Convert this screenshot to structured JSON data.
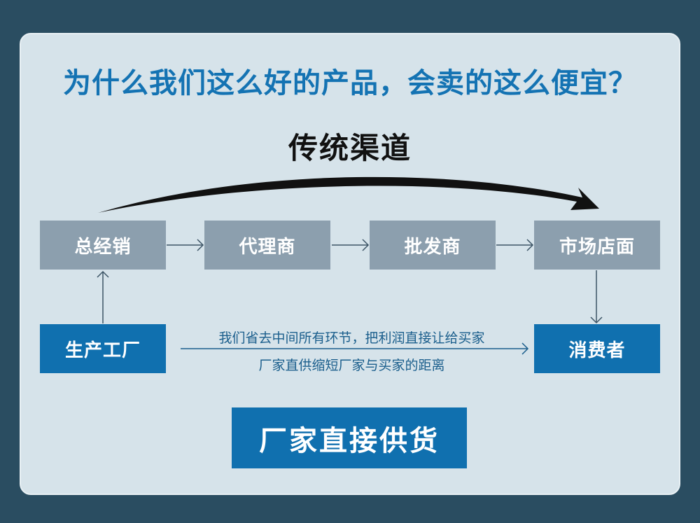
{
  "headline": "为什么我们这么好的产品，会卖的这么便宜？",
  "subtitle": "传统渠道",
  "channel_nodes": [
    {
      "label": "总经销"
    },
    {
      "label": "代理商"
    },
    {
      "label": "批发商"
    },
    {
      "label": "市场店面"
    }
  ],
  "factory": {
    "label": "生产工厂"
  },
  "consumer": {
    "label": "消费者"
  },
  "direct_note": {
    "line1": "我们省去中间所有环节，把利润直接让给买家",
    "line2": "厂家直供缩短厂家与买家的距离"
  },
  "cta": {
    "label": "厂家直接供货"
  },
  "colors": {
    "background": "#2a4d61",
    "panel": "#d6e3ea",
    "accent_blue": "#1070af",
    "grey_box": "#8c9fae"
  }
}
